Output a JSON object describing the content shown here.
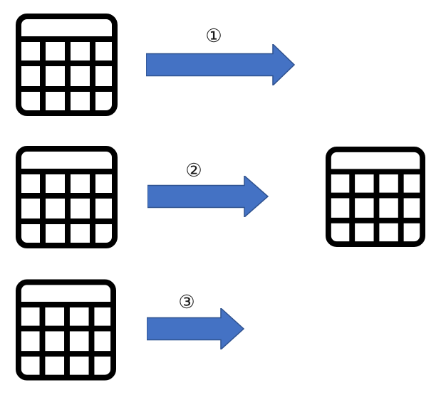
{
  "canvas": {
    "background": "#FFFFFF"
  },
  "colors": {
    "arrow_fill": "#4472C4",
    "arrow_outline": "#2F528F",
    "table_icon_stroke": "#000000",
    "label_color": "#1A1A1A"
  },
  "rows": [
    {
      "source_icon": "table-grid-icon",
      "step_label": "①",
      "result_icon": null
    },
    {
      "source_icon": "table-grid-icon",
      "step_label": "②",
      "result_icon": "table-grid-icon"
    },
    {
      "source_icon": "table-grid-icon",
      "step_label": "③",
      "result_icon": null
    }
  ]
}
